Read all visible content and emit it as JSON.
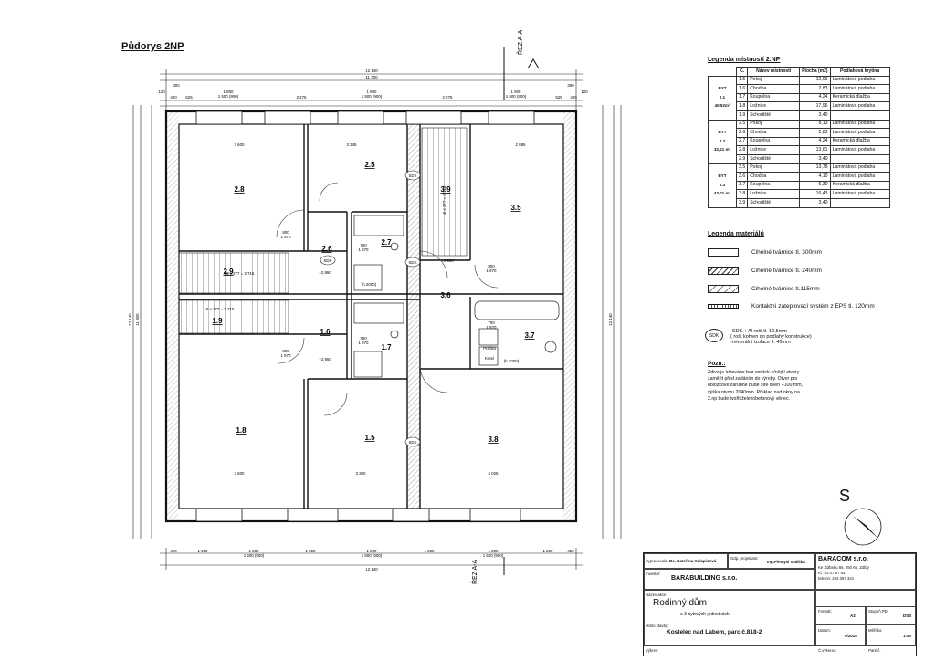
{
  "title": "Půdorys 2NP",
  "section_marks": [
    "ŘEZ A-A",
    "ŘEZ A-A"
  ],
  "rooms_legend": {
    "title": "Legenda místností 2.NP",
    "headers": [
      "Č.",
      "Název místnosti",
      "Plocha (m2)",
      "Podlahová krytina"
    ],
    "flats": [
      {
        "label": "BYT 2.1",
        "area": "40,52m²",
        "rows": [
          [
            "1.5",
            "Pokoj",
            "12,09",
            "Laminátová podlaha"
          ],
          [
            "1.6",
            "Chodba",
            "2,83",
            "Laminátová podlaha"
          ],
          [
            "1.7",
            "Koupelna",
            "4,24",
            "Keramická dlažba"
          ],
          [
            "1.8",
            "Ložnice",
            "17,96",
            "Laminátová podlaha"
          ],
          [
            "1.9",
            "Schodiště",
            "3,40",
            ""
          ]
        ]
      },
      {
        "label": "BYT 2.2",
        "area": "32,21 m²",
        "rows": [
          [
            "2.5",
            "Pokoj",
            "8,13",
            "Laminátová podlaha"
          ],
          [
            "2.6",
            "Chodba",
            "2,83",
            "Laminátová podlaha"
          ],
          [
            "2.7",
            "Koupelna",
            "4,24",
            "Keramická dlažba"
          ],
          [
            "2.8",
            "Ložnice",
            "13,61",
            "Laminátová podlaha"
          ],
          [
            "2.9",
            "Schodiště",
            "3,40",
            ""
          ]
        ]
      },
      {
        "label": "BYT 2.3",
        "area": "43,01 m²",
        "rows": [
          [
            "3.5",
            "Pokoj",
            "13,78",
            "Laminátová podlaha"
          ],
          [
            "3.6",
            "Chodba",
            "4,10",
            "Laminátová podlaha"
          ],
          [
            "3.7",
            "Koupelna",
            "5,30",
            "Keramická dlažba"
          ],
          [
            "3.8",
            "Ložnice",
            "16,43",
            "Laminátová podlaha"
          ],
          [
            "3.9",
            "Schodiště",
            "3,40",
            ""
          ]
        ]
      }
    ]
  },
  "materials_legend": {
    "title": "Legenda materiálů",
    "items": [
      "Cihelné tvárnice tl. 300mm",
      "Cihelné tvárnice tl. 240mm",
      "Cihelné tvárnice tl.115mm",
      "Kontaktní zateplovací systém z EPS tl. 120mm"
    ]
  },
  "sdk_note": {
    "symbol": "SDK",
    "lines": [
      "-SDK + Al rošt tl. 12,5mm",
      "( rošt kotven do podlahy konstrukce)",
      "-minerální izolace tl. 40mm"
    ]
  },
  "note": {
    "title": "Pozn.:",
    "lines": [
      "Zdivo je kótováno bez omítek. Vnější otvory",
      "zaměřit před zadáním do výroby. Otvor pro",
      "obložkové zárubně bude širé dveří +100 mm,",
      "výška otvoru 2040mm. Překlad nad okny na",
      "2.np bude tvořit železobetonový věnec."
    ]
  },
  "north_label": "S",
  "title_block": {
    "drawn_by_label": "Vypracovala:",
    "drawn_by": "Bc. Kateřina Kalapicová",
    "designer_label": "Odp. projektant:",
    "designer": "Ing.Přemysl Vodička",
    "company": "BARACOM s.r.o.",
    "company_address": [
      "Ke Zdibsku 66, 250 66, Zdiby",
      "IČ: 63 07 97 63",
      "telefon: 284 097 321"
    ],
    "investor_label": "Investor:",
    "investor": "BARABUILDING s.r.o.",
    "building_name_label": "Název akce:",
    "building_name": "Rodinný dům",
    "building_sub": "o 3 bytových jednotkách",
    "location_label": "Místo stavby:",
    "location": "Kostelec nad Labem, parc.č.818-2",
    "content_label": "Výkres:",
    "format_label": "Formát:",
    "format": "A2",
    "stage_label": "Stupeň PD:",
    "stage": "DSS",
    "date_label": "Datum:",
    "date": "9/2014",
    "scale_label": "Měřítko:",
    "scale": "1:50",
    "drawing_no_label": "Č.výkresu:",
    "drawing_no_extra": "Paré č."
  },
  "plan": {
    "top_dims_outer": "12 140",
    "top_dims_inner": "11 300",
    "top_dims_row": [
      "420",
      "300",
      "120",
      "625",
      "1 800\n1 500 (900)",
      "2 275",
      "1 800\n1 500 (900)",
      "2 275",
      "1 900\n1 500 (900)",
      "525",
      "300",
      "120",
      "420"
    ],
    "bottom_dims_row": [
      "420",
      "1 250",
      "1 800\n1 500 (900)",
      "1 550",
      "1 800\n1 500 (900)",
      "1 050",
      "1 800\n1 500 (900)",
      "1 250",
      "420"
    ],
    "bottom_total": "12 140",
    "left_total": "12 140",
    "left_inner": "11 300",
    "right_total": "12 140",
    "rooms": [
      {
        "id": "2.8",
        "label": "2.8"
      },
      {
        "id": "2.5",
        "label": "2.5"
      },
      {
        "id": "3.9",
        "label": "3.9"
      },
      {
        "id": "3.5",
        "label": "3.5"
      },
      {
        "id": "2.6",
        "label": "2.6"
      },
      {
        "id": "2.7",
        "label": "2.7"
      },
      {
        "id": "2.9",
        "label": "2.9"
      },
      {
        "id": "3.6",
        "label": "3.6"
      },
      {
        "id": "1.9",
        "label": "1.9"
      },
      {
        "id": "1.6",
        "label": "1.6"
      },
      {
        "id": "1.7",
        "label": "1.7"
      },
      {
        "id": "3.7",
        "label": "3.7"
      },
      {
        "id": "1.8",
        "label": "1.8"
      },
      {
        "id": "1.5",
        "label": "1.5"
      },
      {
        "id": "3.8",
        "label": "3.8"
      }
    ],
    "labels": {
      "dim_3600": "3 600",
      "dim_3245": "3 245",
      "dim_2885": "2 885",
      "dim_4025": "4 025",
      "dim_3300": "3 300",
      "door_800_1970": "800\n1 970",
      "door_700_1970": "700\n1 970",
      "elev": "+2,950",
      "stair": "16 x 277 = 3 715",
      "sdk": "SDK",
      "prackа": "Pračka",
      "kotel": "Kotel",
      "h_2000": "(h 2000)"
    }
  }
}
